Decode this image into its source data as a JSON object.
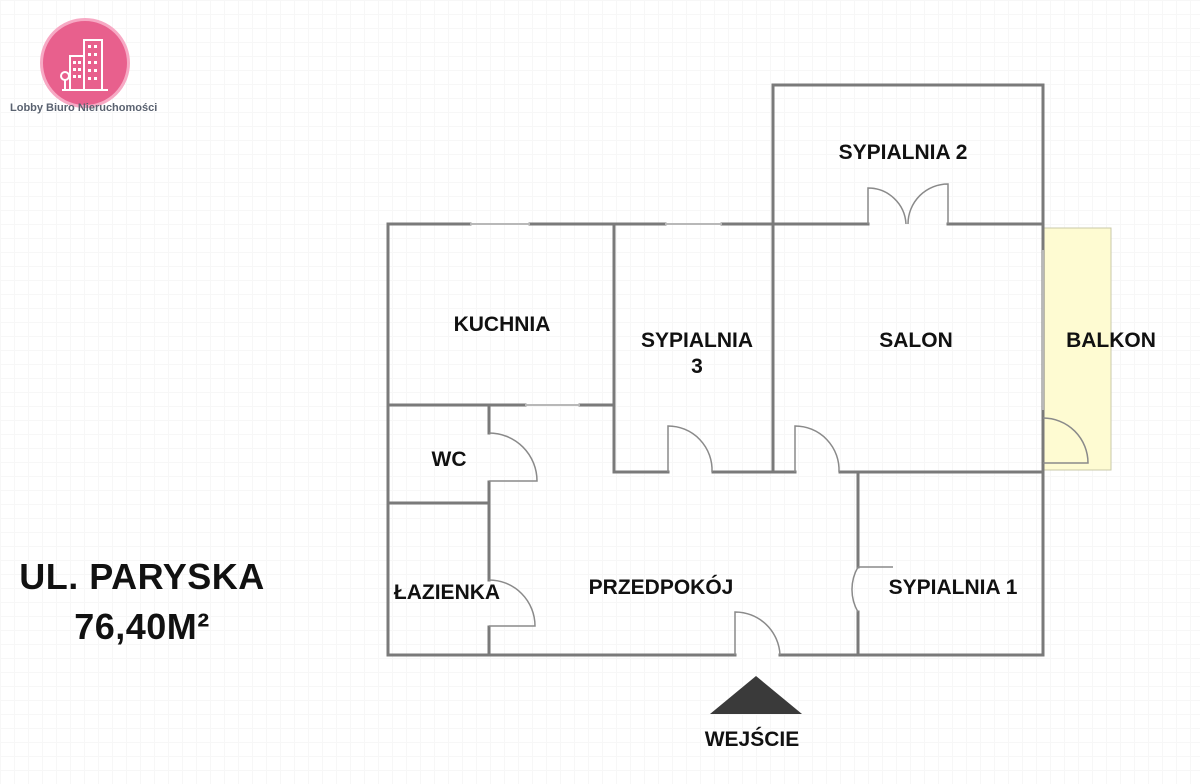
{
  "brand": {
    "name": "Lobby Biuro Nieruchomości",
    "logo_icon": "building-icon",
    "logo_color": "#e8608d"
  },
  "listing": {
    "street": "UL. PARYSKA",
    "area": "76,40M²"
  },
  "floor_plan": {
    "wall_color": "#7a7a7a",
    "balcony_color": "#fefbd2",
    "rooms": {
      "sypialnia_2": "SYPIALNIA 2",
      "kuchnia": "KUCHNIA",
      "sypialnia_3_line1": "SYPIALNIA",
      "sypialnia_3_line2": "3",
      "salon": "SALON",
      "balkon": "BALKON",
      "wc": "WC",
      "lazienka": "ŁAZIENKA",
      "przedpokoj": "PRZEDPOKÓJ",
      "sypialnia_1": "SYPIALNIA 1"
    },
    "entrance": "WEJŚCIE"
  }
}
